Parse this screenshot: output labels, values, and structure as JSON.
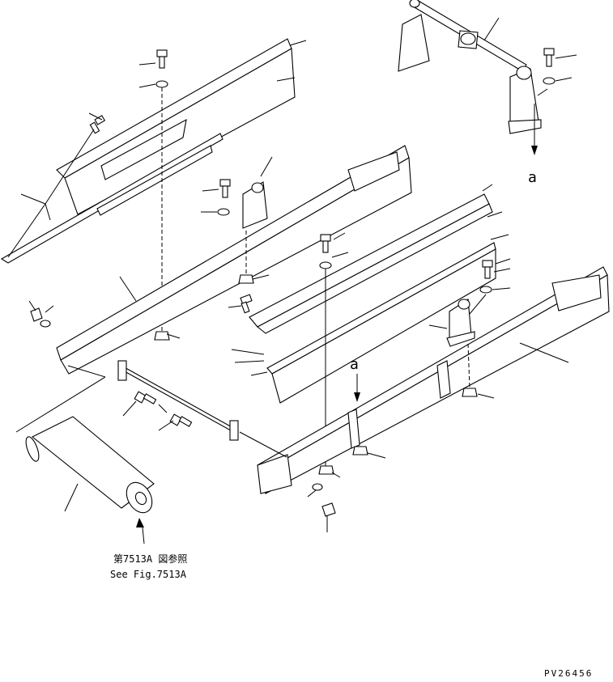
{
  "diagram": {
    "view_label_upper": "a",
    "view_label_lower": "a",
    "reference_jp": "第7513A 図参照",
    "reference_en": "See Fig.7513A",
    "drawing_id": "PV26456"
  }
}
